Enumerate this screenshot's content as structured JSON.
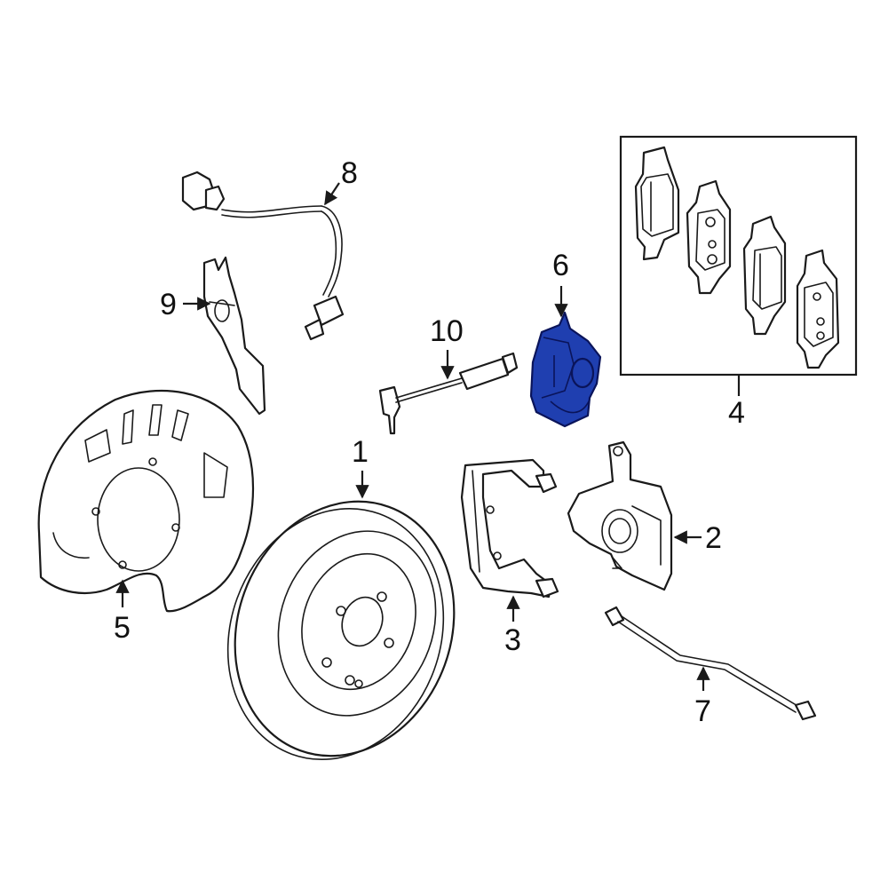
{
  "diagram": {
    "highlight_color": "#1f3fb0",
    "line_color": "#1a1a1a",
    "callouts": [
      {
        "id": "1",
        "label": "1"
      },
      {
        "id": "2",
        "label": "2"
      },
      {
        "id": "3",
        "label": "3"
      },
      {
        "id": "4",
        "label": "4"
      },
      {
        "id": "5",
        "label": "5"
      },
      {
        "id": "6",
        "label": "6"
      },
      {
        "id": "7",
        "label": "7"
      },
      {
        "id": "8",
        "label": "8"
      },
      {
        "id": "9",
        "label": "9"
      },
      {
        "id": "10",
        "label": "10"
      }
    ],
    "highlighted_part": "6"
  }
}
